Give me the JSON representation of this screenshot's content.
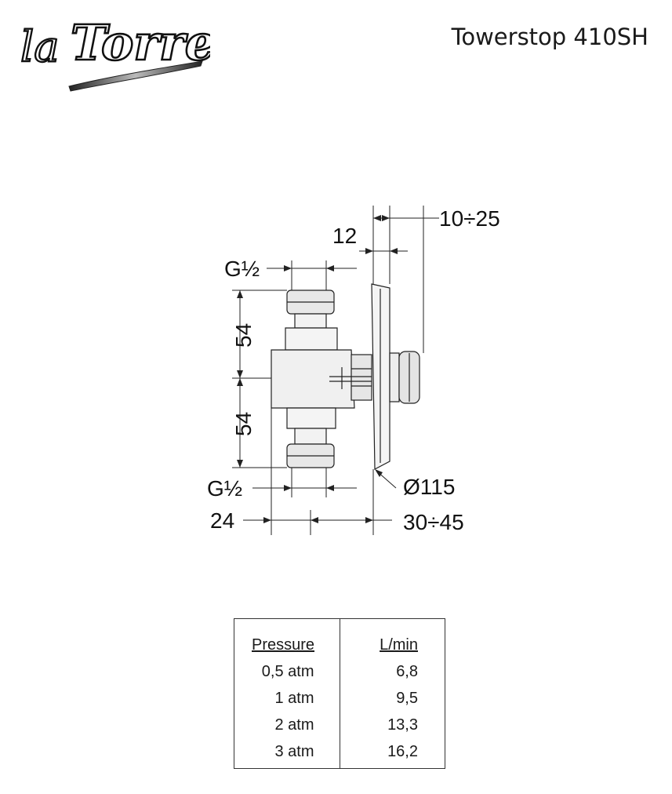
{
  "header": {
    "model": "Towerstop 410SH"
  },
  "logo": {
    "text": "laTorre"
  },
  "dimensions": {
    "top_range": "10÷25",
    "top_12": "12",
    "g_half_top": "G½",
    "height_upper": "54",
    "height_lower": "54",
    "g_half_bottom": "G½",
    "diameter": "Ø115",
    "depth_left": "24",
    "depth_range": "30÷45"
  },
  "table": {
    "headers": [
      "Pressure",
      "L/min"
    ],
    "rows": [
      [
        "0,5 atm",
        "6,8"
      ],
      [
        "1 atm",
        "9,5"
      ],
      [
        "2 atm",
        "13,3"
      ],
      [
        "3 atm",
        "16,2"
      ]
    ]
  }
}
